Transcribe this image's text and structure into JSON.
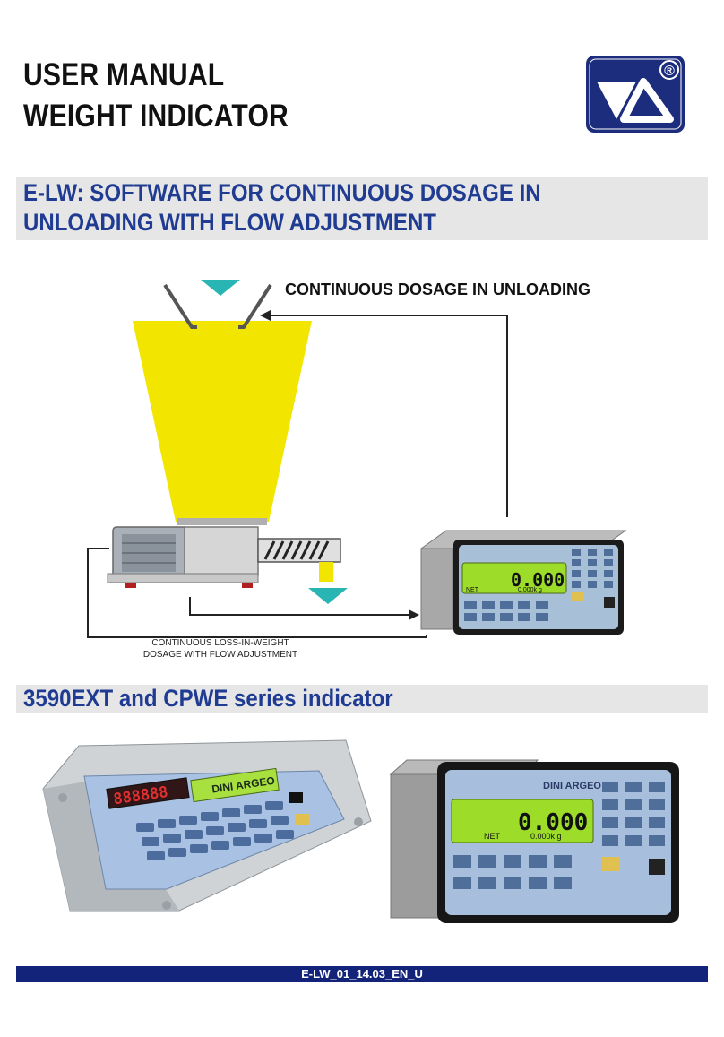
{
  "header": {
    "title_line1": "USER MANUAL",
    "title_line2": "WEIGHT INDICATOR",
    "logo": "dini-argeo-logo",
    "registered_mark": "®"
  },
  "section1": {
    "title_line1": "E-LW: SOFTWARE FOR CONTINUOUS DOSAGE IN",
    "title_line2": "UNLOADING WITH FLOW ADJUSTMENT"
  },
  "diagram": {
    "heading": "CONTINUOUS DOSAGE IN UNLOADING",
    "caption_line1": "CONTINUOUS LOSS-IN-WEIGHT",
    "caption_line2": "DOSAGE WITH FLOW ADJUSTMENT",
    "indicator_reading": "0.000",
    "indicator_sub": "0.000k g",
    "indicator_net": "NET",
    "colors": {
      "product": "#f2e600",
      "arrow_marker": "#2ab5b5",
      "housing": "#c8c8c8"
    }
  },
  "section2": {
    "title": "3590EXT and CPWE series indicator"
  },
  "photos": {
    "left_display": "888888",
    "left_brand": "DINI ARGEO",
    "right_brand": "DINI ARGEO",
    "right_reading": "0.000",
    "right_sub": "0.000k g",
    "right_net": "NET"
  },
  "footer": {
    "code": "E-LW_01_14.03_EN_U"
  }
}
